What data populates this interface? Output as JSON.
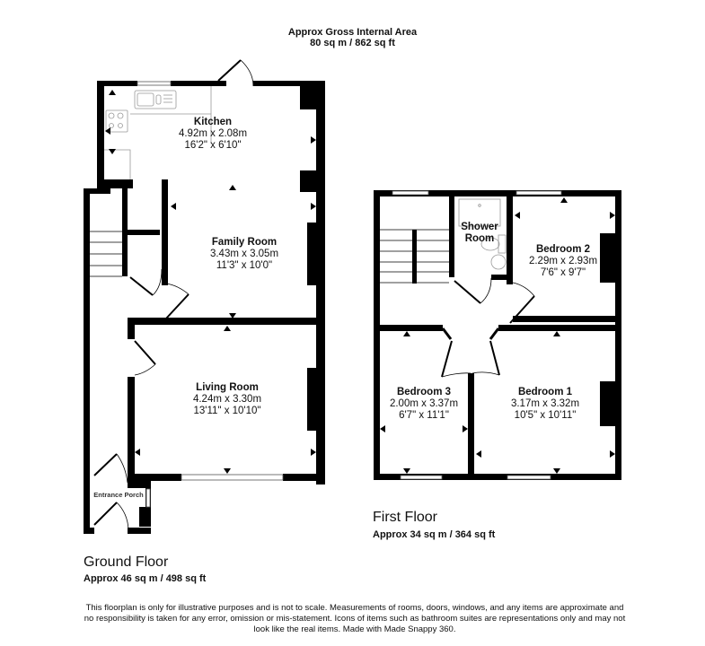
{
  "header": {
    "title": "Approx Gross Internal Area",
    "area": "80 sq m / 862 sq ft"
  },
  "ground_floor": {
    "title": "Ground Floor",
    "area": "Approx 46 sq m / 498 sq ft",
    "rooms": [
      {
        "name": "Kitchen",
        "metric": "4.92m x 2.08m",
        "imperial": "16'2\" x 6'10\""
      },
      {
        "name": "Family Room",
        "metric": "3.43m x 3.05m",
        "imperial": "11'3\" x 10'0\""
      },
      {
        "name": "Living Room",
        "metric": "4.24m x 3.30m",
        "imperial": "13'11\" x 10'10\""
      },
      {
        "name": "Entrance Porch"
      }
    ]
  },
  "first_floor": {
    "title": "First Floor",
    "area": "Approx 34 sq m / 364 sq ft",
    "rooms": [
      {
        "name_line1": "Shower",
        "name_line2": "Room"
      },
      {
        "name": "Bedroom 2",
        "metric": "2.29m x 2.93m",
        "imperial": "7'6\" x 9'7\""
      },
      {
        "name": "Bedroom 3",
        "metric": "2.00m x 3.37m",
        "imperial": "6'7\" x 11'1\""
      },
      {
        "name": "Bedroom 1",
        "metric": "3.17m x 3.32m",
        "imperial": "10'5\" x 10'11\""
      }
    ]
  },
  "disclaimer": "This floorplan is only for illustrative purposes and is not to scale. Measurements of rooms, doors, windows, and any items are approximate and no responsibility is taken for any error, omission or mis-statement. Icons of items such as bathroom suites are representations only and may not look like the real items. Made with Made Snappy 360."
}
